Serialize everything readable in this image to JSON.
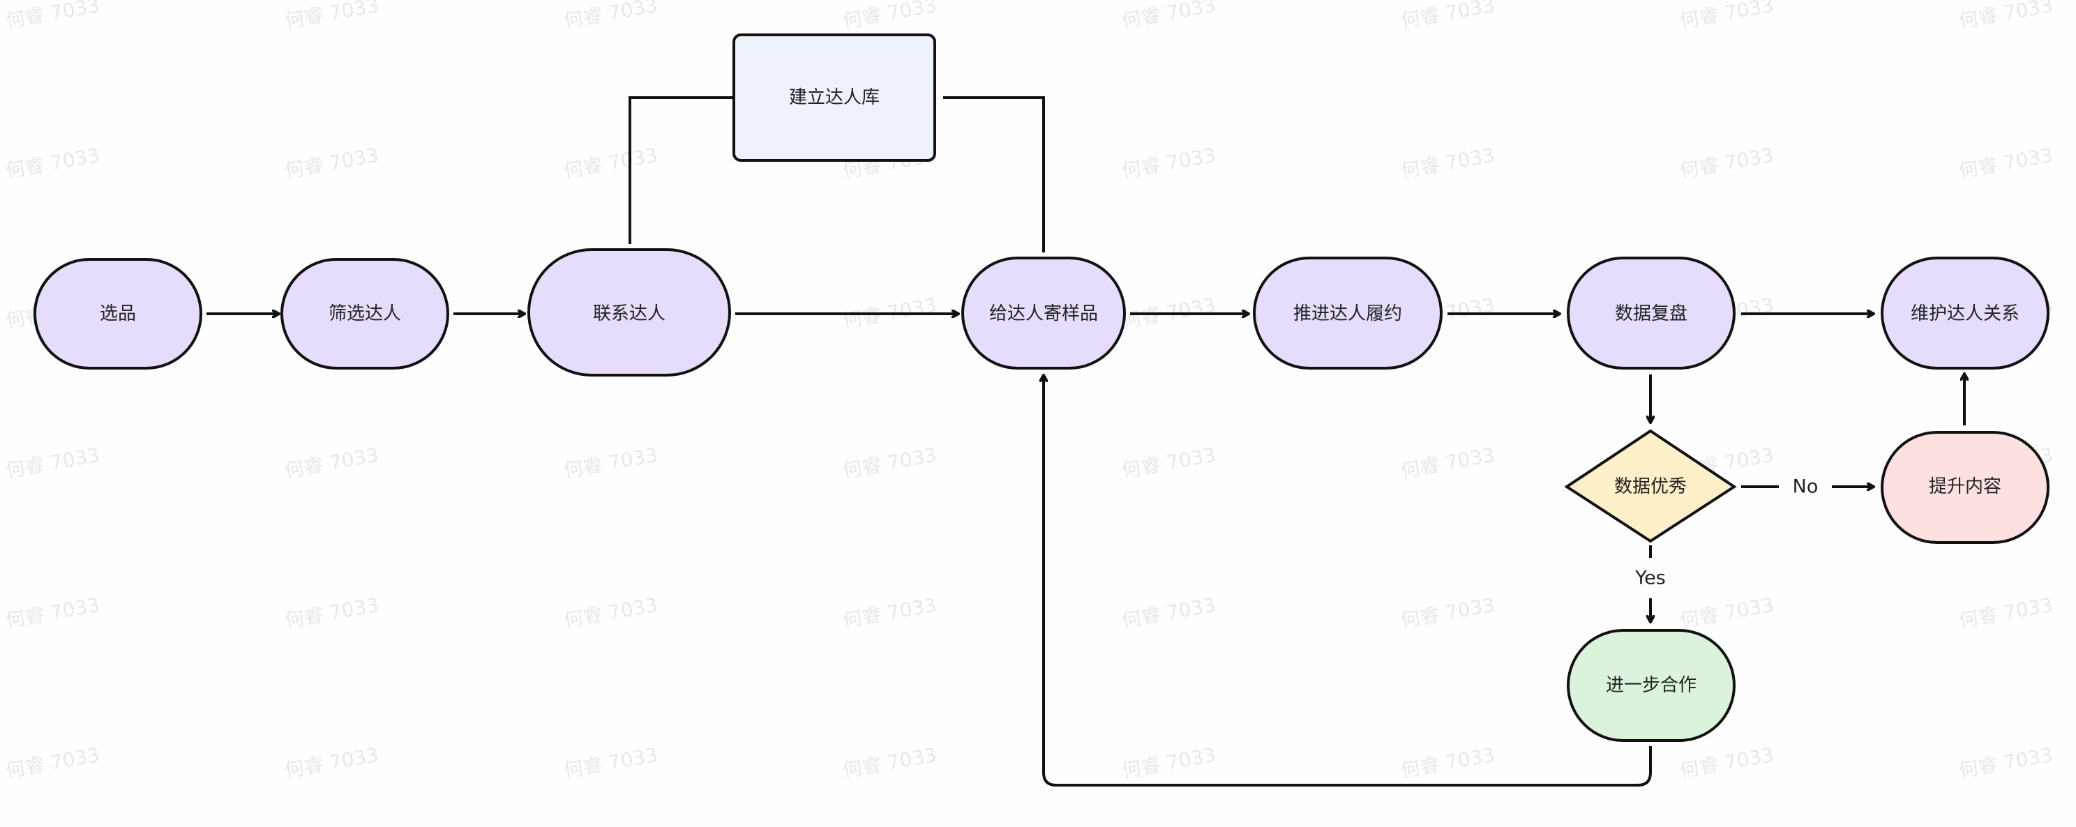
{
  "watermark": {
    "text": "何睿 7033"
  },
  "colors": {
    "process": "#e6dcfb",
    "library": "#eef2fb",
    "decision": "#fdf0c8",
    "improve": "#fde0e0",
    "cooperate": "#dbf3dd",
    "stroke": "#111111",
    "background": "#fefefe"
  },
  "nodes": {
    "select_products": {
      "label": "选品"
    },
    "filter_influencers": {
      "label": "筛选达人"
    },
    "contact_influencers": {
      "label": "联系达人"
    },
    "influencer_library": {
      "label": "建立达人库"
    },
    "send_samples": {
      "label": "给达人寄样品"
    },
    "push_fulfillment": {
      "label": "推进达人履约"
    },
    "data_review": {
      "label": "数据复盘"
    },
    "maintain_relations": {
      "label": "维护达人关系"
    },
    "data_excellent": {
      "label": "数据优秀"
    },
    "improve_content": {
      "label": "提升内容"
    },
    "further_cooperation": {
      "label": "进一步合作"
    }
  },
  "edges": {
    "no_label": "No",
    "yes_label": "Yes"
  }
}
